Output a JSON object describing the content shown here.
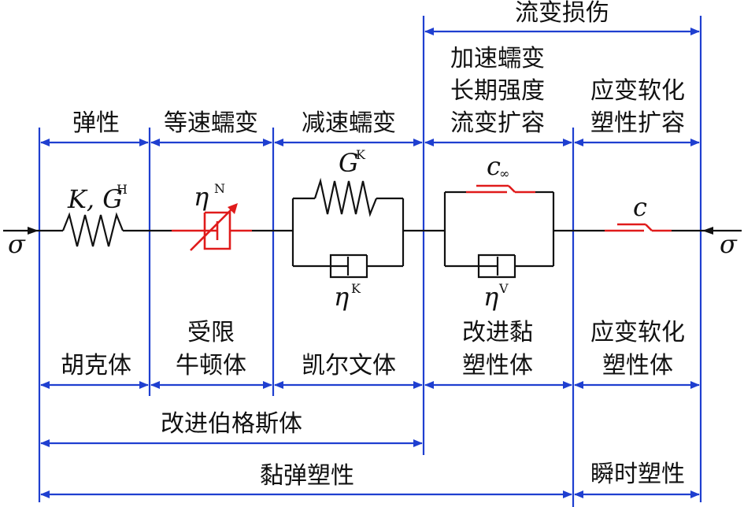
{
  "top_span": {
    "label": "流变损伤"
  },
  "stage_labels": {
    "elastic": "弹性",
    "constant_creep": "等速蠕变",
    "decel_creep": "减速蠕变",
    "accel_lines": [
      "加速蠕变",
      "长期强度",
      "流变扩容"
    ],
    "soft_lines": [
      "应变软化",
      "塑性扩容"
    ]
  },
  "symbols": {
    "sigma_left": "σ",
    "sigma_right": "σ",
    "spring1_main": "K, G",
    "spring1_sup": "H",
    "etaN_main": "η",
    "etaN_sup": "N",
    "GK_main": "G",
    "GK_sup": "K",
    "etaK_main": "η",
    "etaK_sup": "K",
    "cinf_main": "c",
    "cinf_sub": "∞",
    "etaV_main": "η",
    "etaV_sup": "V",
    "c_main": "c"
  },
  "body_labels": {
    "hooke": "胡克体",
    "limited_newton_lines": [
      "受限",
      "牛顿体"
    ],
    "kelvin": "凯尔文体",
    "improved_visco_lines": [
      "改进黏",
      "塑性体"
    ],
    "soft_plastic_lines": [
      "应变软化",
      "塑性体"
    ]
  },
  "bottom_spans": {
    "burgers": "改进伯格斯体",
    "viscoelastoplastic": "黏弹塑性",
    "instant_plastic": "瞬时塑性"
  },
  "colors": {
    "divider": "#1f3fd0",
    "element": "#111111",
    "plastic": "#e01b1b"
  }
}
